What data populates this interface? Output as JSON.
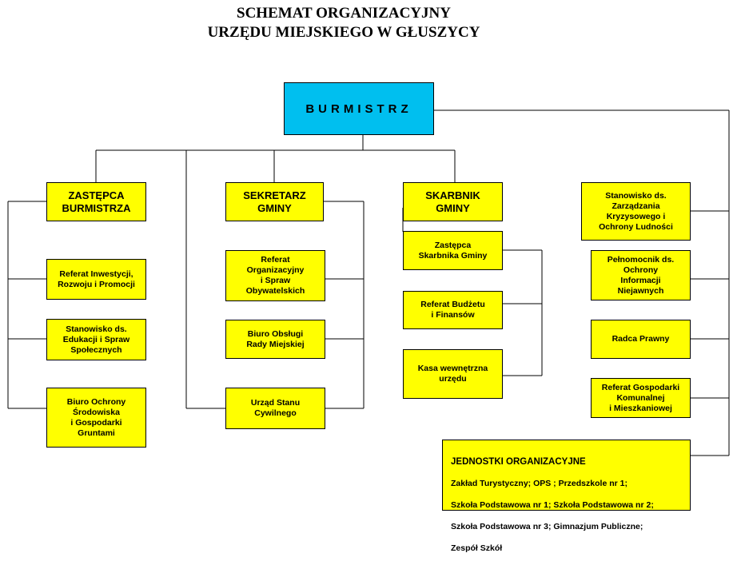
{
  "title": {
    "line1": "SCHEMAT ORGANIZACYJNY",
    "line2": "URZĘDU MIEJSKIEGO W GŁUSZYCY"
  },
  "burmistrz": "BURMISTRZ",
  "colors": {
    "box": "#ffff00",
    "burmistrz": "#00bfef",
    "line": "#000000"
  },
  "columns": {
    "zastepca": {
      "head": "ZASTĘPCA\nBURMISTRZA",
      "items": [
        "Referat Inwestycji,\nRozwoju i Promocji",
        "Stanowisko ds.\nEdukacji i Spraw\nSpołecznych",
        "Biuro Ochrony\nŚrodowiska\ni Gospodarki\nGruntami"
      ]
    },
    "sekretarz": {
      "head": "SEKRETARZ\nGMINY",
      "items": [
        "Referat\nOrganizacyjny\ni Spraw\nObywatelskich",
        "Biuro Obsługi\nRady Miejskiej",
        "Urząd Stanu\nCywilnego"
      ]
    },
    "skarbnik": {
      "head": "SKARBNIK\nGMINY",
      "items": [
        "Zastępca\nSkarbnika Gminy",
        "Referat Budżetu\ni Finansów",
        "Kasa wewnętrzna\nurzędu"
      ]
    },
    "right": {
      "items": [
        "Stanowisko ds.\nZarządzania\nKryzysowego i\nOchrony Ludności",
        "Pełnomocnik ds.\nOchrony\nInformacji\nNiejawnych",
        "Radca Prawny",
        "Referat Gospodarki\nKomunalnej\ni Mieszkaniowej"
      ]
    }
  },
  "units": {
    "title": "JEDNOSTKI ORGANIZACYJNE",
    "lines": [
      "Zakład Turystyczny; OPS ; Przedszkole nr 1;",
      "Szkoła Podstawowa nr 1; Szkoła Podstawowa nr 2;",
      "Szkoła Podstawowa nr 3; Gimnazjum Publiczne;",
      "Zespół Szkół"
    ]
  }
}
